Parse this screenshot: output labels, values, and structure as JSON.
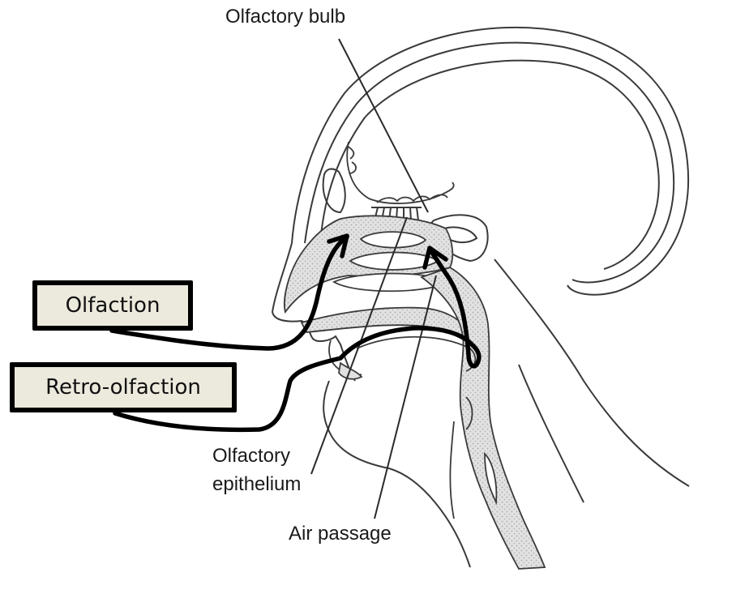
{
  "labels": {
    "olfactory_bulb": "Olfactory bulb",
    "olfactory_epithelium_line1": "Olfactory",
    "olfactory_epithelium_line2": "epithelium",
    "air_passage": "Air passage"
  },
  "pathways": {
    "olfaction": "Olfaction",
    "retro_olfaction": "Retro-olfaction"
  },
  "colors": {
    "outline": "#3a3a3a",
    "pathway_arrow": "#000000",
    "label_box_fill": "#ece9dd",
    "airway_shading": "#d6d6d6"
  }
}
